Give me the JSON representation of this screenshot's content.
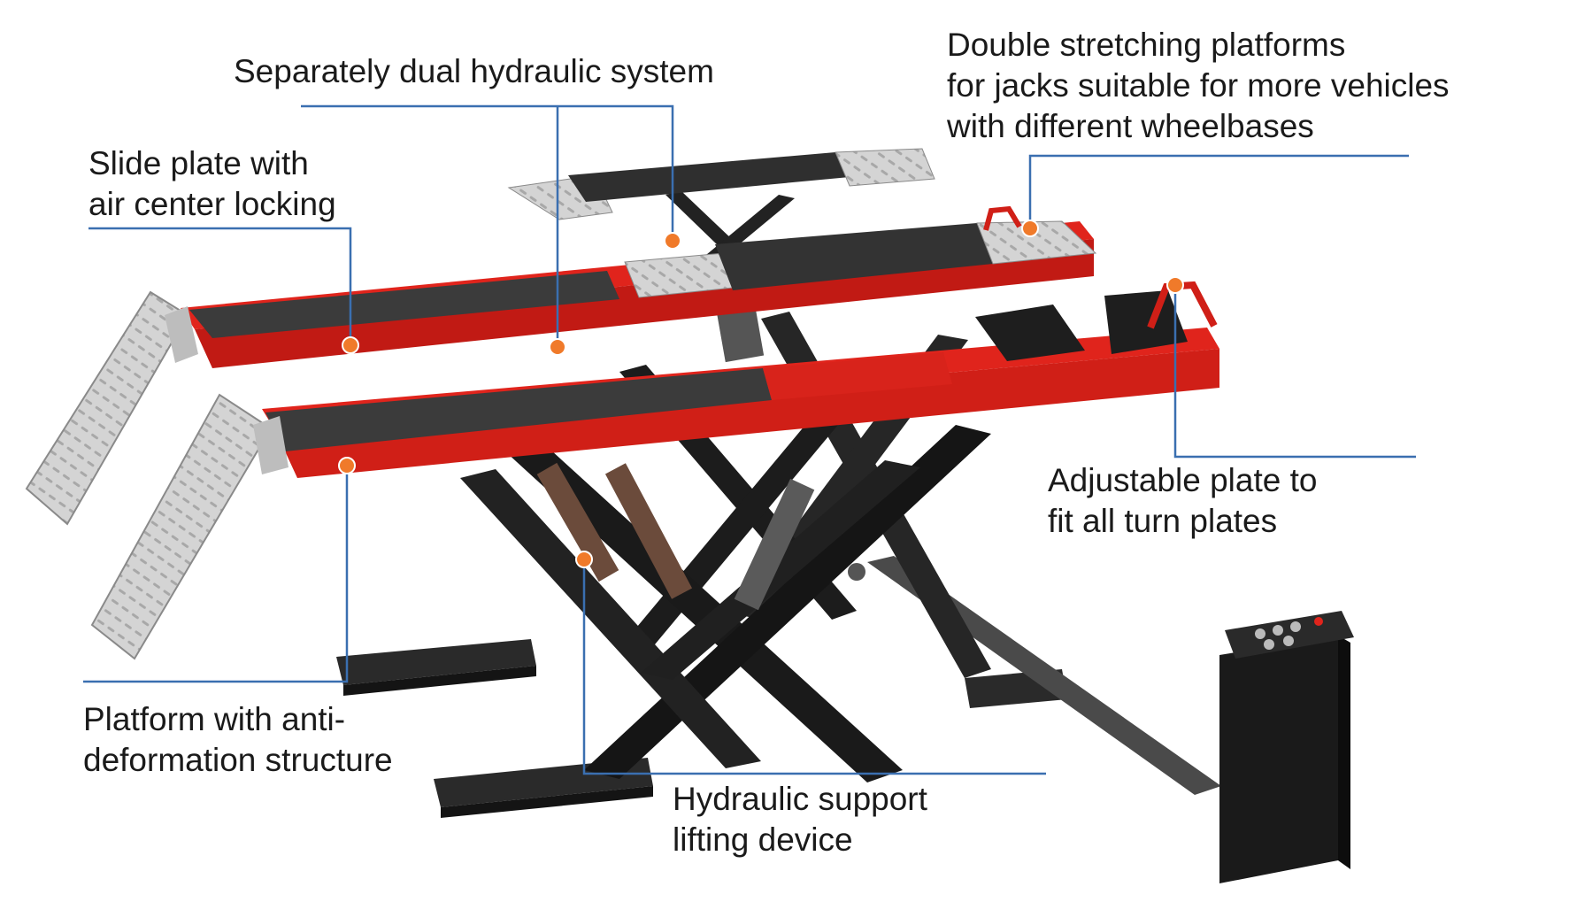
{
  "callouts": {
    "hydraulic_system": {
      "lines": [
        "Separately dual hydraulic system"
      ]
    },
    "stretching_platforms": {
      "lines": [
        "Double stretching platforms",
        "for jacks suitable for more vehicles",
        "with different wheelbases"
      ]
    },
    "slide_plate": {
      "lines": [
        "Slide plate with",
        "air center locking"
      ]
    },
    "adjustable_plate": {
      "lines": [
        "Adjustable plate to",
        "fit all turn plates"
      ]
    },
    "platform_structure": {
      "lines": [
        "Platform with anti-",
        "deformation structure"
      ]
    },
    "support_lifting": {
      "lines": [
        "Hydraulic support",
        "lifting device"
      ]
    }
  },
  "colors": {
    "leader_line": "#3a6fb0",
    "marker": "#f07a2a",
    "platform_red": "#e0241c",
    "rubber_pad": "#3b3b3b",
    "scissor_black": "#1f1f1f",
    "ramp_silver": "#c9c9c9"
  },
  "icons": {
    "marker": "orange-dot-icon",
    "control_box": "control-console-icon"
  }
}
